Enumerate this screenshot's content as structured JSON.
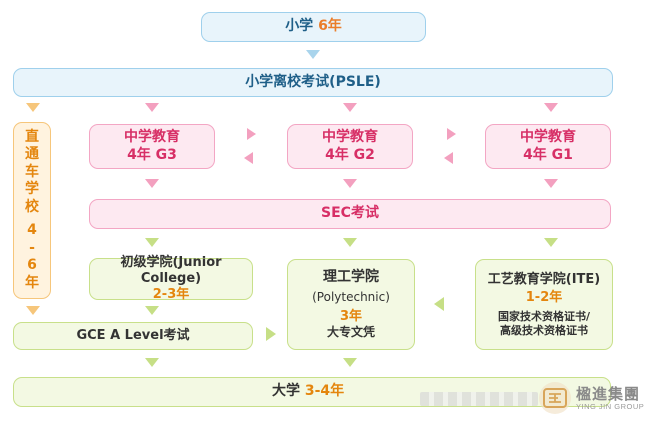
{
  "primary": {
    "label": "小学",
    "years": "6年"
  },
  "psle": {
    "label": "小学离校考试(PSLE)"
  },
  "through_train": {
    "chars": [
      "直",
      "通",
      "车",
      "学",
      "校"
    ],
    "years_chars": [
      "4",
      "-",
      "6",
      "年"
    ]
  },
  "secondary": [
    {
      "label": "中学教育",
      "years": "4年 G3"
    },
    {
      "label": "中学教育",
      "years": "4年 G2"
    },
    {
      "label": "中学教育",
      "years": "4年 G1"
    }
  ],
  "sec_exam": {
    "label": "SEC考试"
  },
  "junior_college": {
    "label": "初级学院(Junior College)",
    "years": "2-3年"
  },
  "polytechnic": {
    "label": "理工学院",
    "en": "(Polytechnic)",
    "years": "3年",
    "cert": "大专文凭"
  },
  "ite": {
    "label": "工艺教育学院(ITE)",
    "years": "1-2年",
    "cert1": "国家技术资格证书/",
    "cert2": "高级技术资格证书"
  },
  "gce": {
    "label": "GCE A Level考试"
  },
  "university": {
    "label": "大学",
    "years": "3-4年"
  },
  "logo": {
    "cn": "楹進集團",
    "en": "YING JIN GROUP",
    "icon": "yingjin-logo-icon"
  },
  "colors": {
    "blue": "#9fd0ec",
    "pink": "#f3a6c4",
    "green": "#c8e08a",
    "orange": "#f6c67b",
    "accent": "#ea7d2a"
  }
}
